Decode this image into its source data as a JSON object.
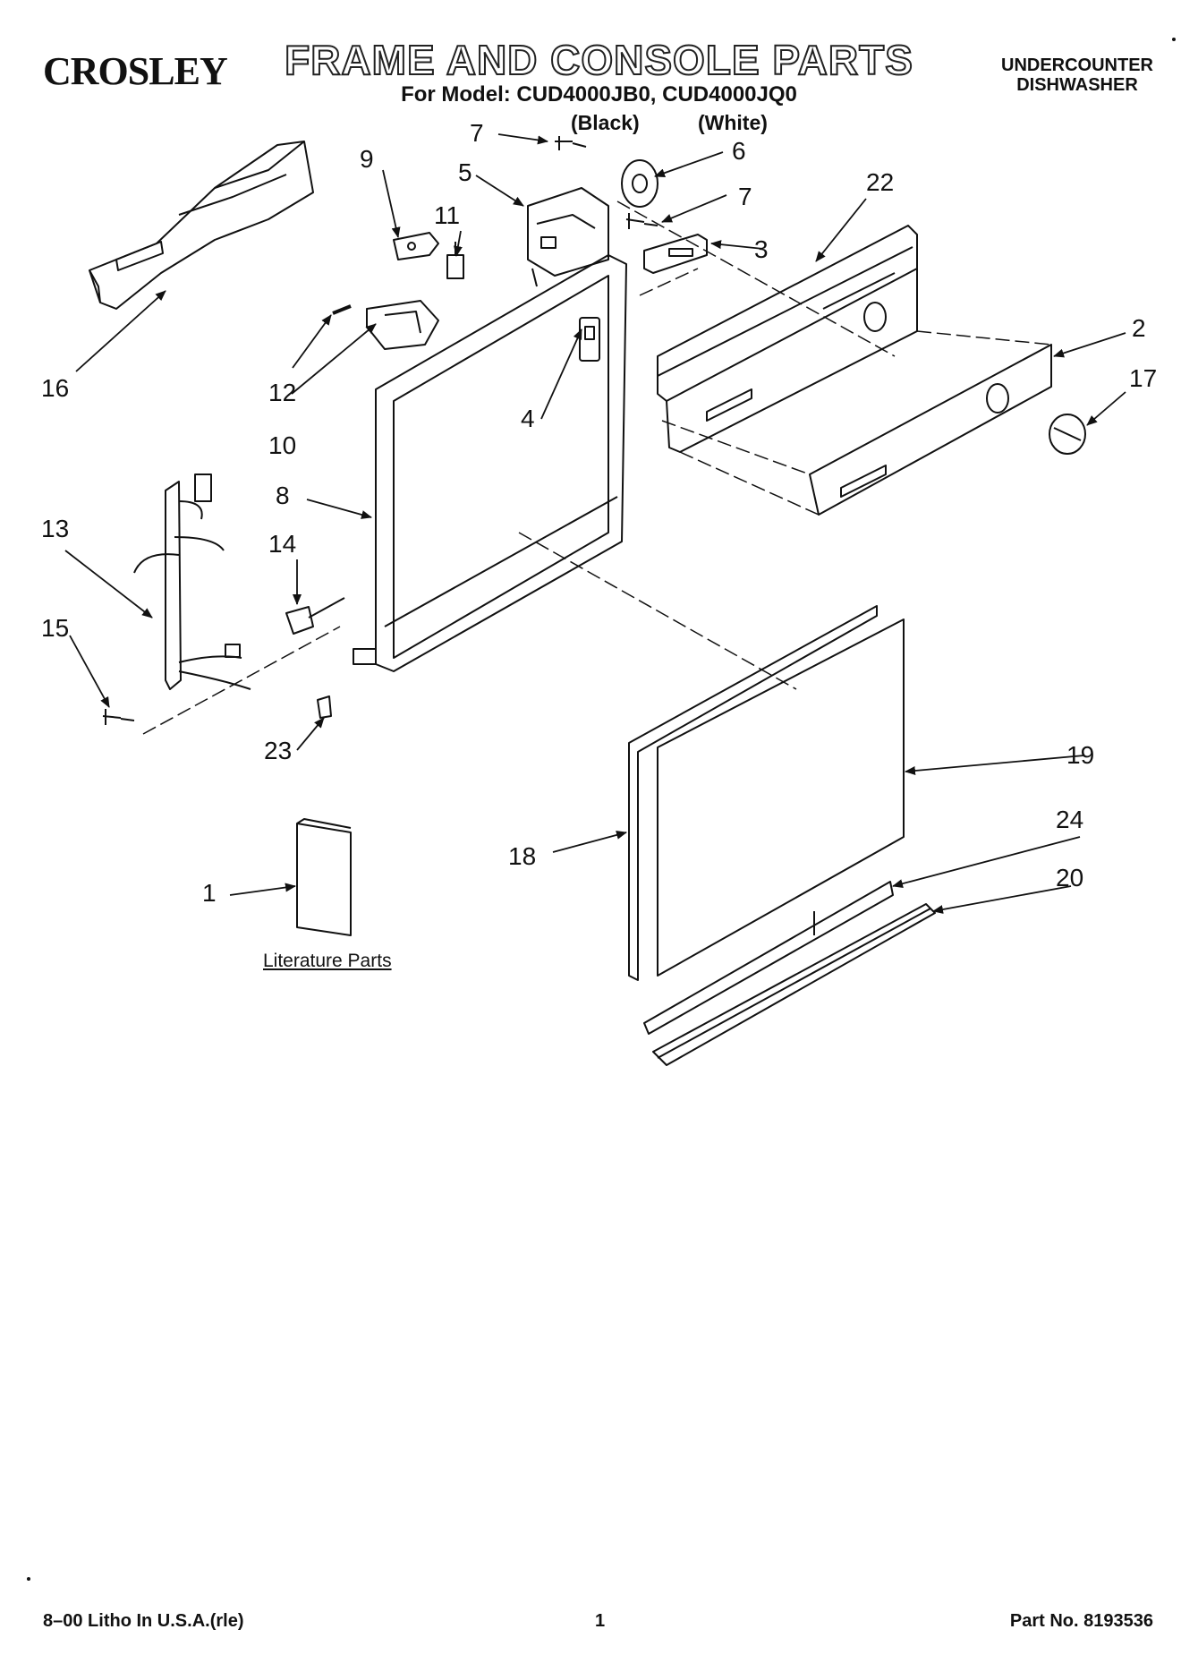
{
  "header": {
    "brand": "CROSLEY",
    "title": "FRAME AND CONSOLE PARTS",
    "model_line": "For Model: CUD4000JB0, CUD4000JQ0",
    "variant_black": "(Black)",
    "variant_white": "(White)",
    "category_line1": "UNDERCOUNTER",
    "category_line2": "DISHWASHER"
  },
  "callouts": {
    "c1": "1",
    "c2": "2",
    "c3": "3",
    "c4": "4",
    "c5": "5",
    "c6": "6",
    "c7a": "7",
    "c7b": "7",
    "c8": "8",
    "c9": "9",
    "c10": "10",
    "c11": "11",
    "c12": "12",
    "c13": "13",
    "c14": "14",
    "c15": "15",
    "c16": "16",
    "c17": "17",
    "c18": "18",
    "c19": "19",
    "c20": "20",
    "c22": "22",
    "c23": "23",
    "c24": "24"
  },
  "literature_label": "Literature Parts",
  "footer": {
    "litho": "8–00 Litho In U.S.A.(rle)",
    "page_number": "1",
    "part_number": "Part No. 8193536"
  }
}
